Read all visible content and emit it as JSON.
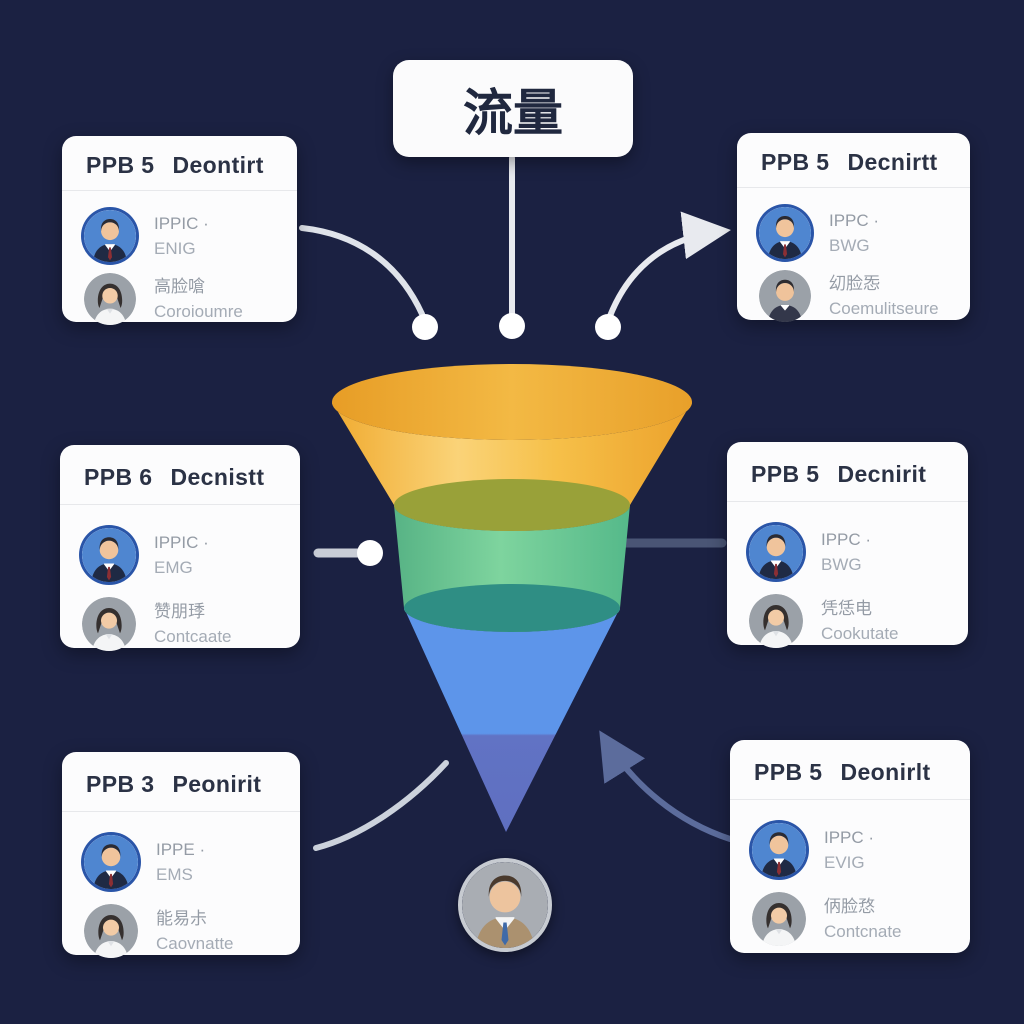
{
  "title": {
    "text": "流量"
  },
  "cards": [
    {
      "id": "top-left",
      "code": "PPB 5",
      "title": "Deontirt",
      "members": [
        {
          "avatar": "man-blue",
          "line1": "IPPIC ·",
          "line2": "ENIG"
        },
        {
          "avatar": "woman-gray",
          "line1": "高脸嗆",
          "line2": "Coroioumre"
        }
      ]
    },
    {
      "id": "top-right",
      "code": "PPB 5",
      "title": "Decnirtt",
      "members": [
        {
          "avatar": "man-blue",
          "line1": "IPPC ·",
          "line2": "BWG"
        },
        {
          "avatar": "man-gray",
          "line1": "㓜脸㤅",
          "line2": "Coemulitseure"
        }
      ]
    },
    {
      "id": "middle-left",
      "code": "PPB 6",
      "title": "Decnistt",
      "members": [
        {
          "avatar": "man-blue",
          "line1": "IPPIC ·",
          "line2": "EMG"
        },
        {
          "avatar": "woman-gray",
          "line1": "赞朋㻑",
          "line2": "Contcaate"
        }
      ]
    },
    {
      "id": "middle-right",
      "code": "PPB 5",
      "title": "Decnirit",
      "members": [
        {
          "avatar": "man-blue",
          "line1": "IPPC ·",
          "line2": "BWG"
        },
        {
          "avatar": "woman-gray",
          "line1": "凭恁电",
          "line2": "Cookutate"
        }
      ]
    },
    {
      "id": "bottom-left",
      "code": "PPB 3",
      "title": "Peonirit",
      "members": [
        {
          "avatar": "man-blue",
          "line1": "IPPE ·",
          "line2": "EMS"
        },
        {
          "avatar": "woman-gray",
          "line1": "能易尗",
          "line2": "Caovnatte"
        }
      ]
    },
    {
      "id": "bottom-right",
      "code": "PPB 5",
      "title": "Deonirlt",
      "members": [
        {
          "avatar": "man-blue",
          "line1": "IPPC ·",
          "line2": "EVIG"
        },
        {
          "avatar": "woman-gray",
          "line1": "㑂脸㤵",
          "line2": "Contcnate"
        }
      ]
    }
  ],
  "funnel": {
    "type": "funnel",
    "layers": [
      {
        "label": "top",
        "body": "#f6c049",
        "rim": "#eda62e"
      },
      {
        "label": "middle",
        "body": "#66c393",
        "rim": "#99a139"
      },
      {
        "label": "bottom",
        "body": "#5d95ea",
        "rim": "#2f8e84",
        "tip": "#5f6fc0"
      }
    ]
  },
  "colors": {
    "background": "#1b2142",
    "card": "#fcfcfd",
    "light_connector": "#e8eaef",
    "muted_connector": "#5c6c9c"
  }
}
